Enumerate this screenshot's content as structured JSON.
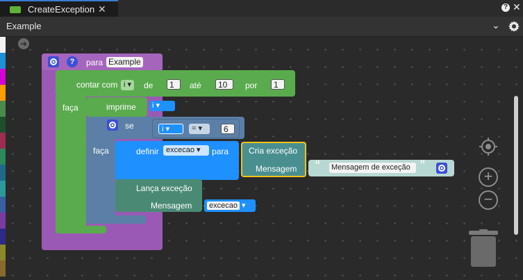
{
  "tab": {
    "title": "CreateException",
    "close": "✕"
  },
  "window": {
    "help": "?",
    "close": "✕"
  },
  "header": {
    "title": "Example",
    "chevron": "⌄"
  },
  "icons": {
    "arrow": "➔",
    "gear": "gear-icon",
    "target": "target-icon",
    "zoom_in": "+",
    "zoom_out": "−",
    "trash": "trash-icon"
  },
  "palette_colors": [
    "#f2f2f2",
    "#1e90d8",
    "#d400d4",
    "#ff9c00",
    "#4a8a4a",
    "#1e4f2a",
    "#9c2c50",
    "#2a8a5a",
    "#1f6a8a",
    "#2a9a9a",
    "#3a5fa0",
    "#7a3aa0",
    "#2a2a8a",
    "#8a8a2a",
    "#8a6a2a"
  ],
  "blocks": {
    "function": {
      "keyword": "para",
      "name": "Example",
      "help": "?"
    },
    "loop": {
      "label": "contar com",
      "var": "i",
      "from_label": "de",
      "from": "1",
      "to_label": "até",
      "to": "10",
      "by_label": "por",
      "by": "1",
      "do_label": "faça"
    },
    "print": {
      "label": "imprime",
      "var": "i"
    },
    "if": {
      "label": "se",
      "left_var": "i",
      "op": "=",
      "right": "6",
      "do_label": "faça"
    },
    "set": {
      "label": "definir",
      "var": "excecao",
      "to_label": "para"
    },
    "create_exception": {
      "label": "Cria exceção",
      "message_label": "Mensagem"
    },
    "message_text": {
      "open_quote": "“",
      "value": "Mensagem de exceção",
      "close_quote": "”"
    },
    "throw": {
      "label": "Lança exceção",
      "message_label": "Mensagem",
      "var": "excecao"
    }
  }
}
